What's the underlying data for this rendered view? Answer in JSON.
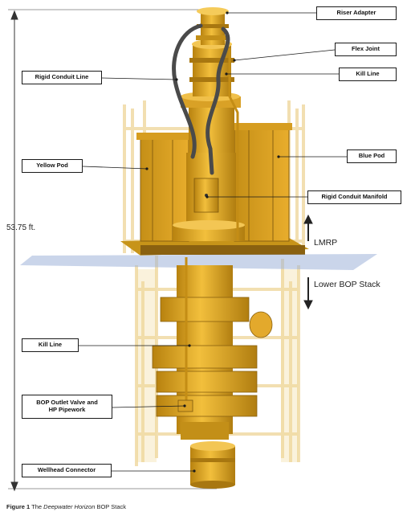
{
  "callouts": {
    "riser_adapter": "Riser Adapter",
    "flex_joint": "Flex Joint",
    "rigid_conduit_line": "Rigid Conduit Line",
    "kill_line_upper": "Kill Line",
    "yellow_pod": "Yellow Pod",
    "blue_pod": "Blue Pod",
    "rigid_conduit_manifold": "Rigid Conduit Manifold",
    "kill_line_lower": "Kill Line",
    "bop_outlet_line1": "BOP Outlet Valve and",
    "bop_outlet_line2": "HP Pipework",
    "wellhead_connector": "Wellhead Connector"
  },
  "height_label": "53.75 ft.",
  "lmrp_label": "LMRP",
  "lower_stack_label": "Lower BOP Stack",
  "caption": {
    "figure_number": "Figure 1",
    "prefix": "The",
    "italic_name": "Deepwater Horizon",
    "suffix": "BOP Stack"
  },
  "colors": {
    "machine": "#e6a822",
    "machine_dark": "#b07d10",
    "machine_light": "#f5c651",
    "frame": "#e9c36e",
    "hose": "#4a4a4a",
    "separator_plane": "#9fb3d9"
  }
}
